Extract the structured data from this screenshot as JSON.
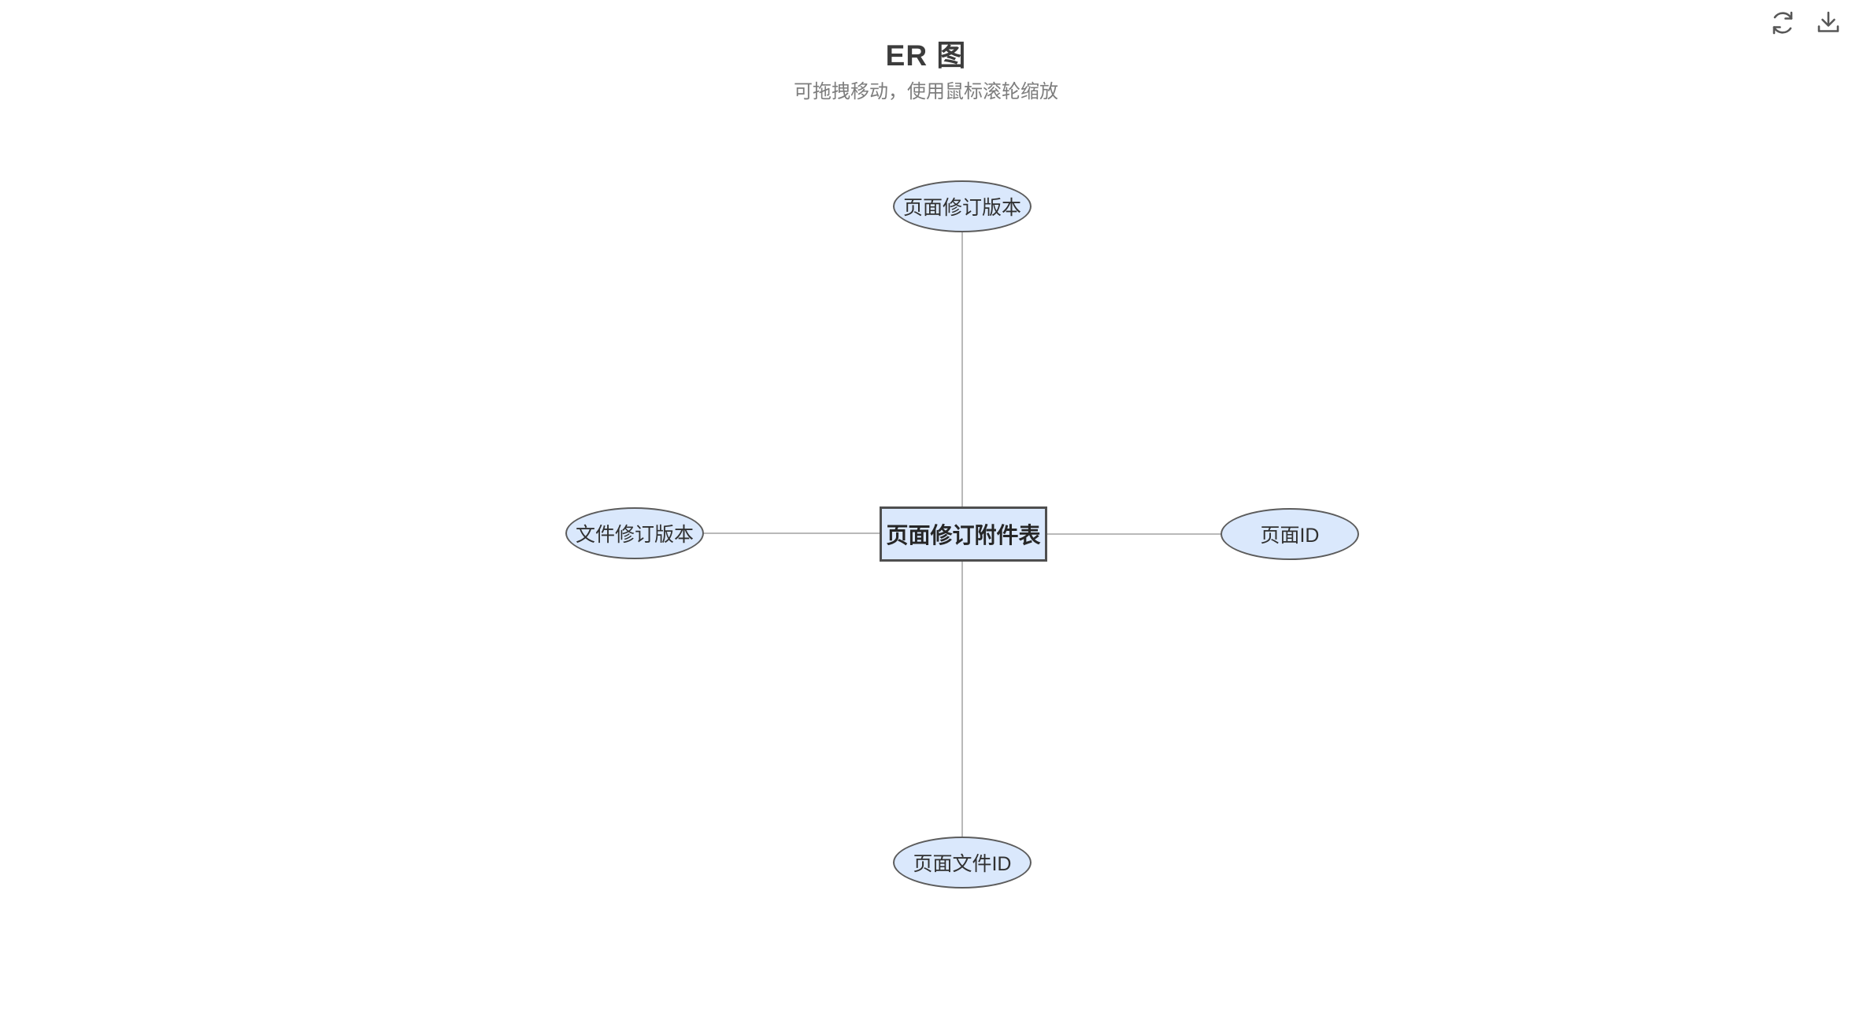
{
  "header": {
    "title": "ER 图",
    "subtitle": "可拖拽移动，使用鼠标滚轮缩放"
  },
  "toolbar": {
    "icons": [
      {
        "name": "refresh-icon"
      },
      {
        "name": "download-icon"
      }
    ]
  },
  "diagram": {
    "entity": {
      "label": "页面修订附件表"
    },
    "attributes": [
      {
        "position": "top",
        "label": "页面修订版本"
      },
      {
        "position": "left",
        "label": "文件修订版本"
      },
      {
        "position": "right",
        "label": "页面ID"
      },
      {
        "position": "bottom",
        "label": "页面文件ID"
      }
    ],
    "colors": {
      "node_fill": "#dae8fc",
      "node_border": "#5c5c5c",
      "entity_border": "#4f4f4f",
      "edge": "#b9b9b9",
      "title_text": "#3c3c3c",
      "subtitle_text": "#7d7d7d"
    }
  }
}
